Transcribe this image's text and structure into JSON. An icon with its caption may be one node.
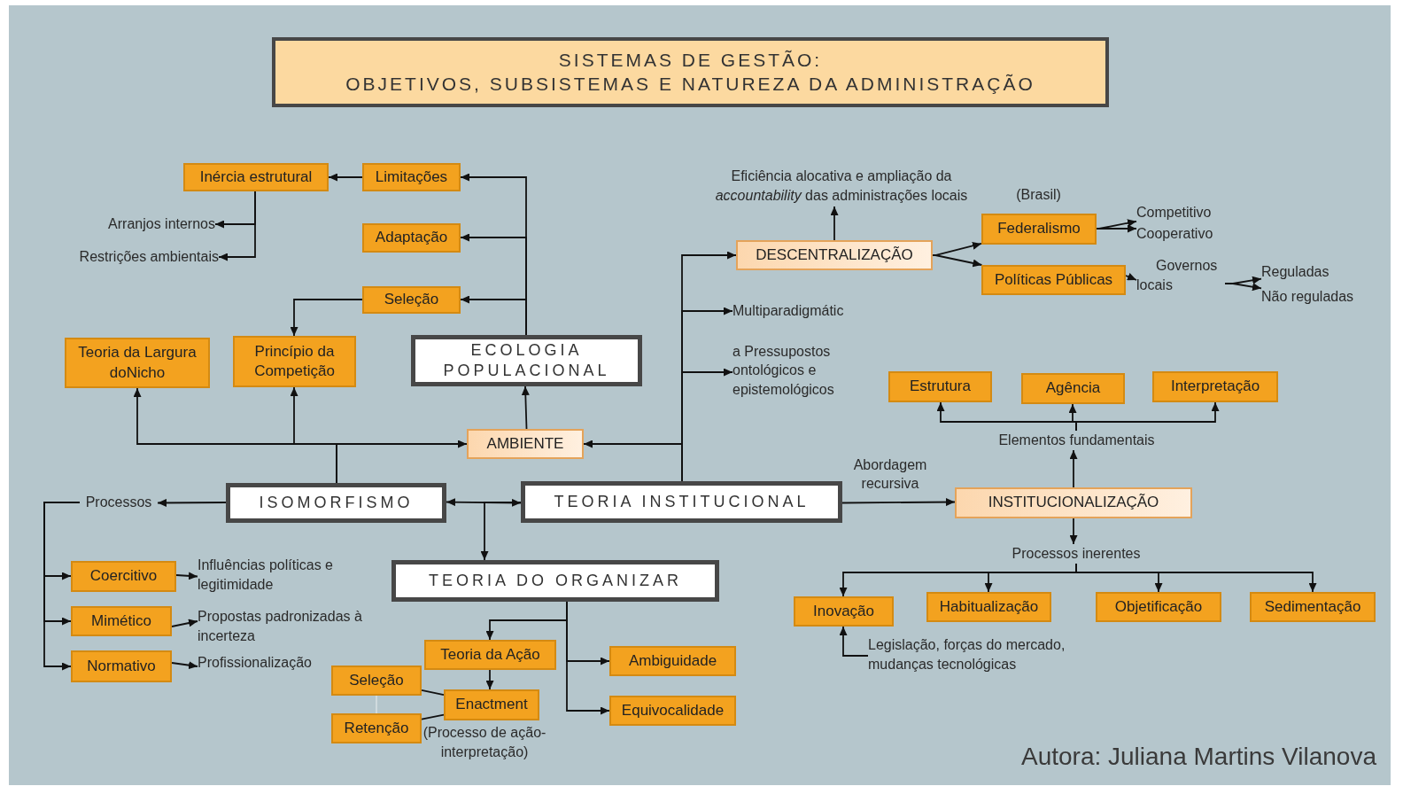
{
  "diagram": {
    "title": "SISTEMAS DE GESTÃO: OBJETIVOS, SUBSISTEMAS E NATUREZA DA ADMINISTRAÇÃO",
    "caption": "Autora: Juliana Martins Vilanova",
    "nodes": [
      {
        "text": [
          "ECOLOGIA POPULACIONAL"
        ]
      },
      {
        "text": [
          "Limitações"
        ]
      },
      {
        "text": [
          "Inércia estrutural"
        ]
      },
      {
        "text": [
          "Arranjos internos"
        ]
      },
      {
        "text": [
          "Restrições ambientais"
        ]
      },
      {
        "text": [
          "Adaptação"
        ]
      },
      {
        "text": [
          "Seleção"
        ]
      },
      {
        "text": [
          "Princípio da Competição"
        ]
      },
      {
        "text": [
          "Teoria da Largura doNicho"
        ]
      },
      {
        "text": [
          "AMBIENTE"
        ]
      },
      {
        "text": [
          "ISOMORFISMO"
        ]
      },
      {
        "text": [
          "TEORIA INSTITUCIONAL"
        ]
      },
      {
        "text": [
          "DESCENTRALIZAÇÃO"
        ]
      },
      {
        "text": [
          "Eficiência alocativa e ampliação da *accountability* das administrações locais"
        ]
      },
      {
        "text": [
          "Federalismo"
        ],
        "beside": [
          "(Brasil)"
        ]
      },
      {
        "text": [
          "Competitivo"
        ]
      },
      {
        "text": [
          "Cooperativo"
        ]
      },
      {
        "text": [
          "Políticas Públicas"
        ]
      },
      {
        "text": [
          "Governos locais"
        ]
      },
      {
        "text": [
          "Reguladas"
        ]
      },
      {
        "text": [
          "Não reguladas"
        ]
      },
      {
        "text": [
          "Multiparadigmátic"
        ]
      },
      {
        "text": [
          "a Pressupostos ontológicos e epistemológicos"
        ]
      },
      {
        "text": [
          "Estrutura"
        ]
      },
      {
        "text": [
          "Agência"
        ]
      },
      {
        "text": [
          "Interpretação"
        ]
      },
      {
        "text": [
          "Elementos fundamentais"
        ]
      },
      {
        "text": [
          "INSTITUCIONALIZAÇÃO"
        ]
      },
      {
        "text": [
          "Processos inerentes"
        ]
      },
      {
        "text": [
          "Inovação"
        ]
      },
      {
        "text": [
          "Habitualização"
        ]
      },
      {
        "text": [
          "Objetificação"
        ]
      },
      {
        "text": [
          "Sedimentação"
        ]
      },
      {
        "text": [
          "Legislação, forças do mercado, mudanças tecnológicas"
        ]
      },
      {
        "text": [
          "Processos"
        ]
      },
      {
        "text": [
          "Coercitivo"
        ]
      },
      {
        "text": [
          "Mimético"
        ]
      },
      {
        "text": [
          "Normativo"
        ]
      },
      {
        "text": [
          "Influências políticas e legitimidade"
        ]
      },
      {
        "text": [
          "Propostas padronizadas à incerteza"
        ]
      },
      {
        "text": [
          "Profissionalização"
        ]
      },
      {
        "text": [
          "TEORIA DO ORGANIZAR"
        ]
      },
      {
        "text": [
          "Teoria da Ação"
        ]
      },
      {
        "text": [
          "Enactment"
        ],
        "beside": [
          "(Processo de ação-interpretação)"
        ]
      },
      {
        "text": [
          "Seleção"
        ]
      },
      {
        "text": [
          "Retenção"
        ]
      },
      {
        "text": [
          "Ambiguidade"
        ]
      },
      {
        "text": [
          "Equivocalidade"
        ]
      }
    ],
    "edges": [
      {
        "from": 0,
        "to": 1,
        "arrow": "to"
      },
      {
        "from": 0,
        "to": 5,
        "arrow": "to"
      },
      {
        "from": 0,
        "to": 6,
        "arrow": "to"
      },
      {
        "from": 1,
        "to": 2,
        "arrow": "to"
      },
      {
        "from": 2,
        "to": 3,
        "arrow": "to"
      },
      {
        "from": 2,
        "to": 4,
        "arrow": "to"
      },
      {
        "from": 6,
        "to": 7,
        "arrow": "to"
      },
      {
        "from": 9,
        "to": 0,
        "arrow": "to"
      },
      {
        "from": 11,
        "to": 9,
        "arrow": "to"
      },
      {
        "from": 10,
        "to": 9,
        "arrow": "to"
      },
      {
        "from": 10,
        "to": 8,
        "arrow": "to"
      },
      {
        "from": 10,
        "to": 7,
        "arrow": "to"
      },
      {
        "from": 10,
        "to": 11,
        "arrow": "both"
      },
      {
        "from": 11,
        "to": 41,
        "arrow": "to"
      },
      {
        "from": 11,
        "to": 12,
        "arrow": "to"
      },
      {
        "from": 11,
        "to": 21,
        "arrow": "to"
      },
      {
        "from": 11,
        "to": 22,
        "arrow": "to"
      },
      {
        "from": 12,
        "to": 13,
        "arrow": "to"
      },
      {
        "from": 12,
        "to": 14,
        "arrow": "to"
      },
      {
        "from": 12,
        "to": 17,
        "arrow": "to"
      },
      {
        "from": 14,
        "to": 15,
        "arrow": "to"
      },
      {
        "from": 14,
        "to": 16,
        "arrow": "to"
      },
      {
        "from": 17,
        "to": 18,
        "arrow": "to"
      },
      {
        "from": 18,
        "to": 19,
        "arrow": "to"
      },
      {
        "from": 18,
        "to": 20,
        "arrow": "to"
      },
      {
        "from": 11,
        "to": 27,
        "arrow": "to",
        "label": "Abordagem recursiva"
      },
      {
        "from": 27,
        "to": 26,
        "arrow": "to"
      },
      {
        "from": 26,
        "to": 23,
        "arrow": "to"
      },
      {
        "from": 26,
        "to": 24,
        "arrow": "to"
      },
      {
        "from": 26,
        "to": 25,
        "arrow": "to"
      },
      {
        "from": 27,
        "to": 28,
        "arrow": "to"
      },
      {
        "from": 28,
        "to": 29,
        "arrow": "to"
      },
      {
        "from": 28,
        "to": 30,
        "arrow": "to"
      },
      {
        "from": 28,
        "to": 31,
        "arrow": "to"
      },
      {
        "from": 28,
        "to": 32,
        "arrow": "to"
      },
      {
        "from": 33,
        "to": 29,
        "arrow": "to"
      },
      {
        "from": 10,
        "to": 34,
        "arrow": "to"
      },
      {
        "from": 34,
        "to": 35,
        "arrow": "to"
      },
      {
        "from": 34,
        "to": 36,
        "arrow": "to"
      },
      {
        "from": 34,
        "to": 37,
        "arrow": "to"
      },
      {
        "from": 35,
        "to": 38,
        "arrow": "to"
      },
      {
        "from": 36,
        "to": 39,
        "arrow": "to"
      },
      {
        "from": 37,
        "to": 40,
        "arrow": "to"
      },
      {
        "from": 41,
        "to": 42,
        "arrow": "to"
      },
      {
        "from": 41,
        "to": 46,
        "arrow": "to"
      },
      {
        "from": 41,
        "to": 47,
        "arrow": "to"
      },
      {
        "from": 42,
        "to": 43,
        "arrow": "to"
      },
      {
        "from": 44,
        "to": 43,
        "arrow": "none"
      },
      {
        "from": 45,
        "to": 43,
        "arrow": "none"
      },
      {
        "from": 44,
        "to": 45,
        "arrow": "none",
        "color": "#d3dde0"
      }
    ]
  }
}
